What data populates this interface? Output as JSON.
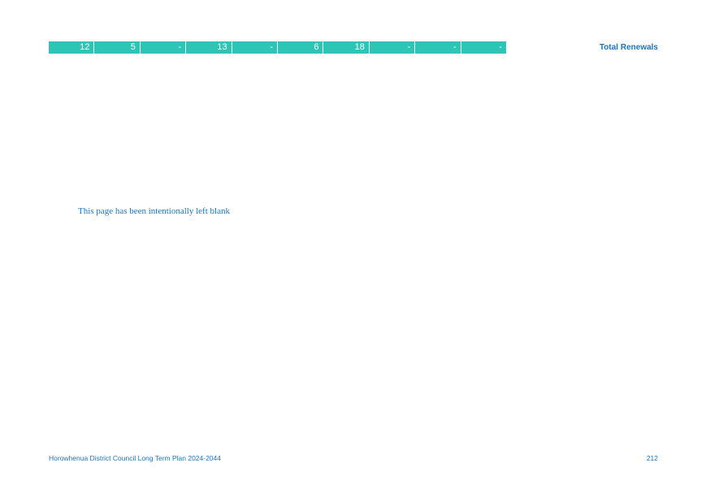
{
  "renewals_row": {
    "label": "Total Renewals",
    "values": [
      "12",
      "5",
      "-",
      "13",
      "-",
      "6",
      "18",
      "-",
      "-",
      "-"
    ]
  },
  "body": {
    "notice": "This page has been intentionally left blank"
  },
  "footer": {
    "document_title": "Horowhenua District Council Long Term Plan 2024-2044",
    "page_number": "212"
  },
  "colors": {
    "row_fill": "#2ec4b6",
    "text_accent": "#1b75bc"
  }
}
